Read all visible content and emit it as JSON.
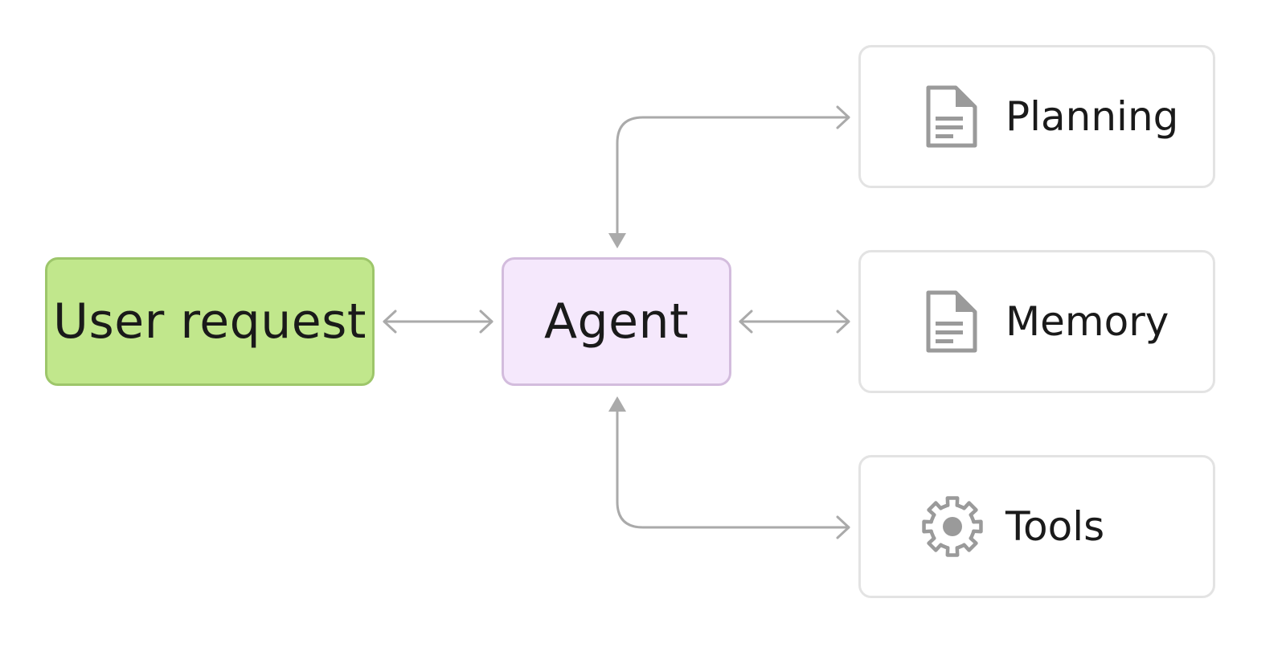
{
  "nodes": {
    "user_request": {
      "label": "User request"
    },
    "agent": {
      "label": "Agent"
    },
    "planning": {
      "label": "Planning",
      "icon": "document-icon"
    },
    "memory": {
      "label": "Memory",
      "icon": "document-icon"
    },
    "tools": {
      "label": "Tools",
      "icon": "gear-icon"
    }
  },
  "colors": {
    "user_fill": "#c1e78c",
    "user_border": "#9dc66a",
    "agent_fill": "#f5e8fc",
    "agent_border": "#d3bcdd",
    "module_border": "#e3e3e3",
    "connector": "#aaaaaa",
    "icon": "#9a9a9a"
  },
  "edges": [
    {
      "from": "user_request",
      "to": "agent",
      "direction": "bidirectional"
    },
    {
      "from": "agent",
      "to": "planning",
      "direction": "bidirectional"
    },
    {
      "from": "agent",
      "to": "memory",
      "direction": "bidirectional"
    },
    {
      "from": "agent",
      "to": "tools",
      "direction": "bidirectional"
    }
  ]
}
